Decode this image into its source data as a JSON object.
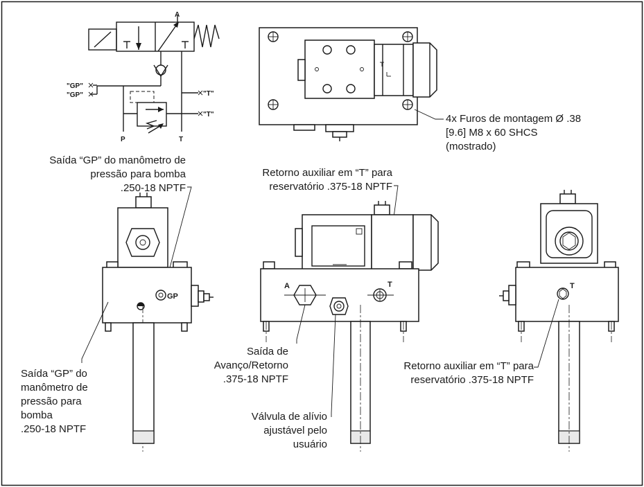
{
  "schematic": {
    "port_A": "A",
    "port_P": "P",
    "port_T_bottom": "T",
    "gp_label_1": "\"GP\"",
    "gp_label_2": "\"GP\"",
    "t_label_1": "\"T\"",
    "t_label_2": "\"T\""
  },
  "callouts": {
    "mounting_holes": [
      "4x Furos de montagem  Ø .38",
      "[9.6] M8 x 60 SHCS",
      "(mostrado)"
    ],
    "gp_top": [
      "Saída “GP” do manômetro de",
      "pressão para bomba",
      ".250-18 NPTF"
    ],
    "t_top": [
      "Retorno auxiliar em “T” para",
      "reservatório .375-18 NPTF"
    ],
    "gp_left": [
      "Saída “GP” do",
      "manômetro de",
      "pressão para",
      "bomba",
      ".250-18 NPTF"
    ],
    "advance_return": [
      "Saída de",
      "Avanço/Retorno",
      ".375-18 NPTF"
    ],
    "relief_valve": [
      "Válvula de alívio",
      "ajustável pelo",
      "usuário"
    ],
    "t_right": [
      "Retorno auxiliar em “T” para",
      "reservatório .375-18 NPTF"
    ]
  },
  "port_marks": {
    "gp": "GP",
    "a": "A",
    "t_front": "T",
    "t_side": "T"
  }
}
